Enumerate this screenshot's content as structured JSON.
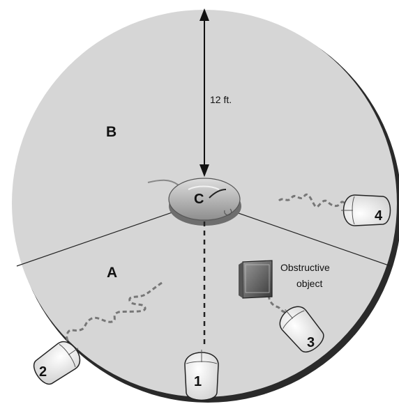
{
  "zones": {
    "a": "A",
    "b": "B"
  },
  "distance_label": "12 ft.",
  "receiver_label": "C",
  "obstacle_label_line1": "Obstructive",
  "obstacle_label_line2": "object",
  "mice": [
    "1",
    "2",
    "3",
    "4"
  ],
  "colors": {
    "disc": "#d6d6d6",
    "disc_shadow": "#2a2a2a",
    "path": "#777777",
    "line": "#222222"
  }
}
